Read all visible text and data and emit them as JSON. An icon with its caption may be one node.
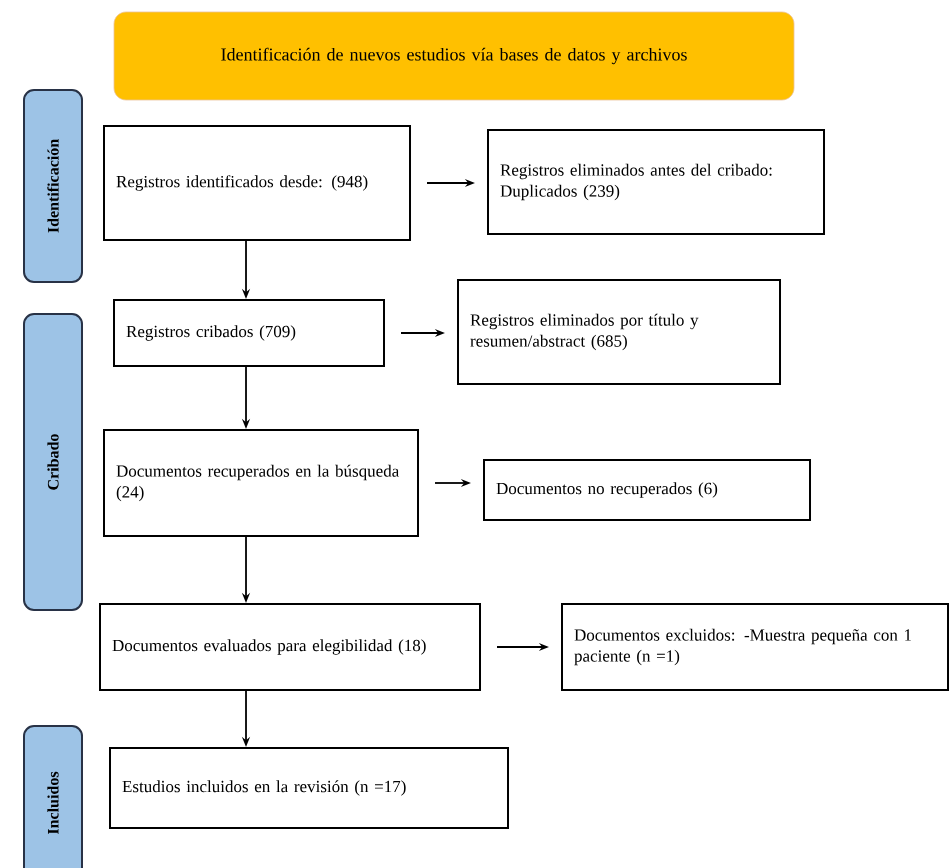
{
  "diagram": {
    "nodes": [
      {
        "text": [
          "Identificación de nuevos estudios vía bases de datos y archivos"
        ]
      },
      {
        "text": [
          "Identificación"
        ]
      },
      {
        "text": [
          "Registros identificados desde: (948)"
        ]
      },
      {
        "text": [
          "Registros eliminados antes del cribado: Duplicados (239)"
        ]
      },
      {
        "text": [
          "Cribado"
        ]
      },
      {
        "text": [
          "Registros cribados (709)"
        ]
      },
      {
        "text": [
          "Registros eliminados por título y resumen/abstract (685)"
        ]
      },
      {
        "text": [
          "Documentos recuperados en la búsqueda (24)"
        ]
      },
      {
        "text": [
          "Documentos no recuperados (6)"
        ]
      },
      {
        "text": [
          "Documentos evaluados para elegibilidad (18)"
        ]
      },
      {
        "text": [
          "Documentos excluidos: -Muestra pequeña con 1 paciente (n =1)"
        ]
      },
      {
        "text": [
          "Incluidos"
        ]
      },
      {
        "text": [
          "Estudios incluidos en la revisión (n =17)"
        ]
      }
    ],
    "edges": [
      {
        "from": 2,
        "to": 3,
        "arrow": "to"
      },
      {
        "from": 2,
        "to": 5,
        "arrow": "to"
      },
      {
        "from": 5,
        "to": 6,
        "arrow": "to"
      },
      {
        "from": 5,
        "to": 7,
        "arrow": "to"
      },
      {
        "from": 7,
        "to": 8,
        "arrow": "to"
      },
      {
        "from": 7,
        "to": 9,
        "arrow": "to"
      },
      {
        "from": 9,
        "to": 10,
        "arrow": "to"
      },
      {
        "from": 9,
        "to": 12,
        "arrow": "to"
      }
    ]
  }
}
